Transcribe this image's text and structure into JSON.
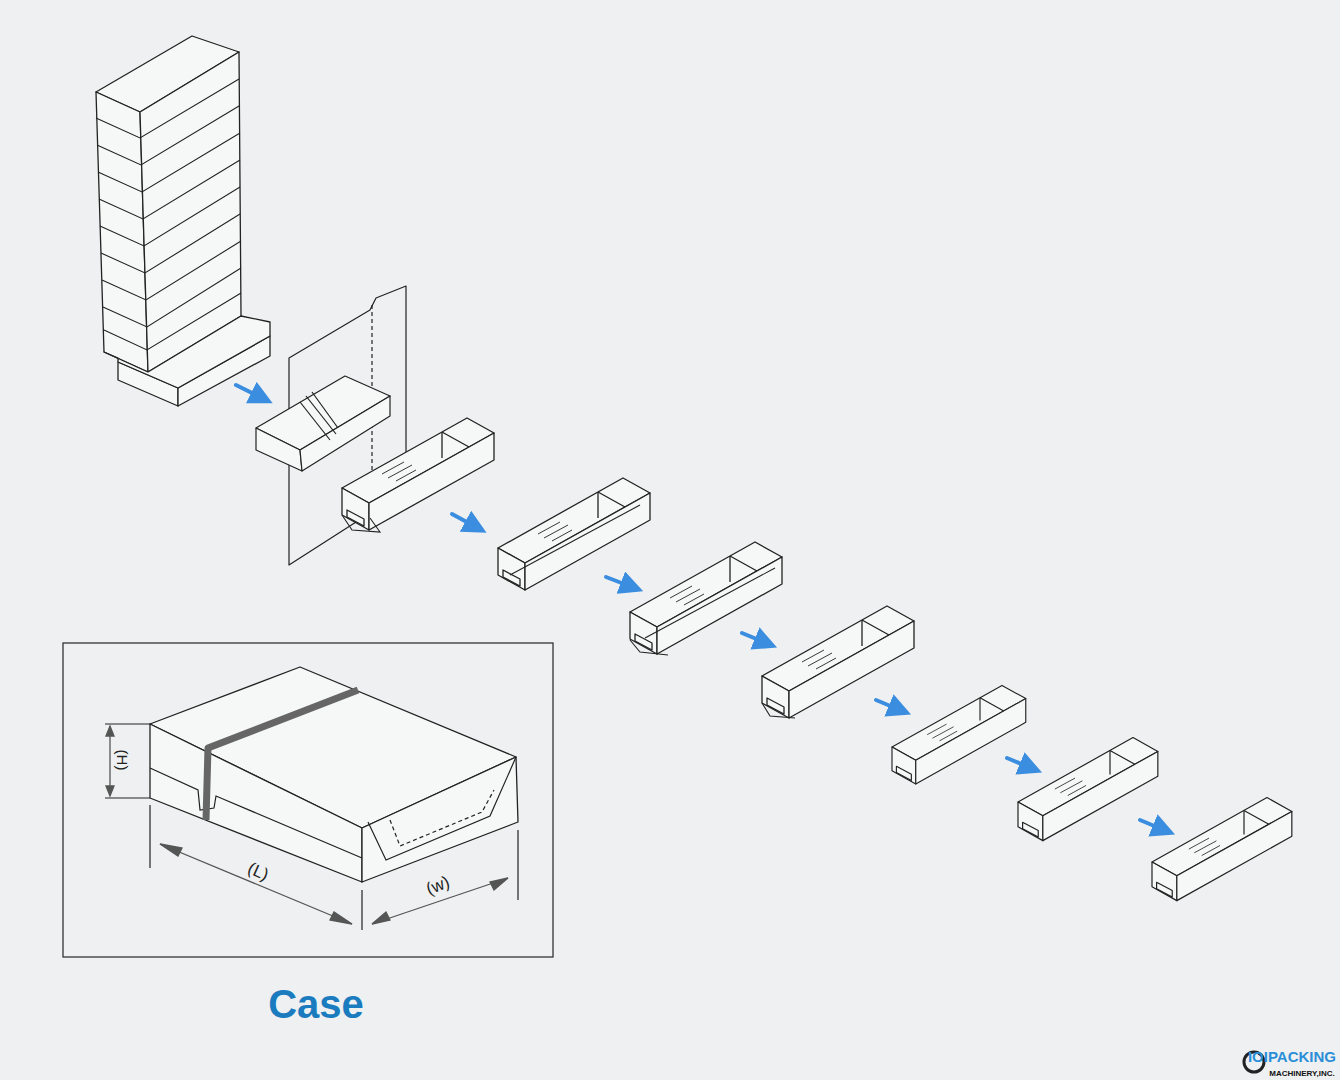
{
  "diagram": {
    "caption": "Case",
    "labels": [
      "(H)",
      "(L)",
      "(w)",
      "IOIPACKING",
      "MACHINERY,INC."
    ]
  }
}
